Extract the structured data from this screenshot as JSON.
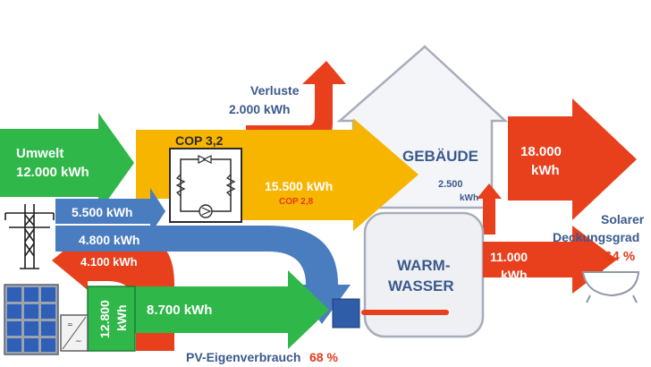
{
  "flows": {
    "environment": {
      "label": "Umwelt",
      "value": "12.000 kWh"
    },
    "grid_to_heat_pump": {
      "value": "5.500 kWh"
    },
    "grid_to_household": {
      "value": "4.800 kWh"
    },
    "feed_in": {
      "value": "4.100 kWh"
    },
    "pv_generation": {
      "value": "12.800",
      "unit": "kWh"
    },
    "pv_self_use": {
      "value": "8.700 kWh"
    },
    "losses": {
      "label": "Verluste",
      "value": "2.000 kWh"
    },
    "heat_output": {
      "value": "15.500 kWh",
      "cop": "COP 2,8"
    },
    "heat_pump": {
      "cop": "COP 3,2"
    },
    "building_to_dhw": {
      "value": "2.500",
      "unit": "kWh"
    },
    "building_demand": {
      "value": "18.000",
      "unit": "kWh"
    },
    "dhw_output": {
      "value": "11.000",
      "unit": "kWh"
    }
  },
  "building": {
    "label": "GEBÄUDE"
  },
  "dhw_tank": {
    "line1": "WARM-",
    "line2": "WASSER"
  },
  "solar_coverage": {
    "line1": "Solarer",
    "line2": "Deckungsgrad",
    "value": "64 %"
  },
  "pv_self_consumption": {
    "label": "PV-Eigenverbrauch",
    "value": "68 %"
  },
  "colors": {
    "green": "#2fb74a",
    "orange": "#f7b500",
    "blue": "#4a7cc0",
    "red": "#e8401c",
    "text_blue": "#3a5a8c",
    "text_red": "#e33a1a"
  },
  "icons": [
    "heat-pump-schematic-icon",
    "power-pylon-icon",
    "solar-panel-icon",
    "inverter-icon",
    "bathtub-icon"
  ]
}
